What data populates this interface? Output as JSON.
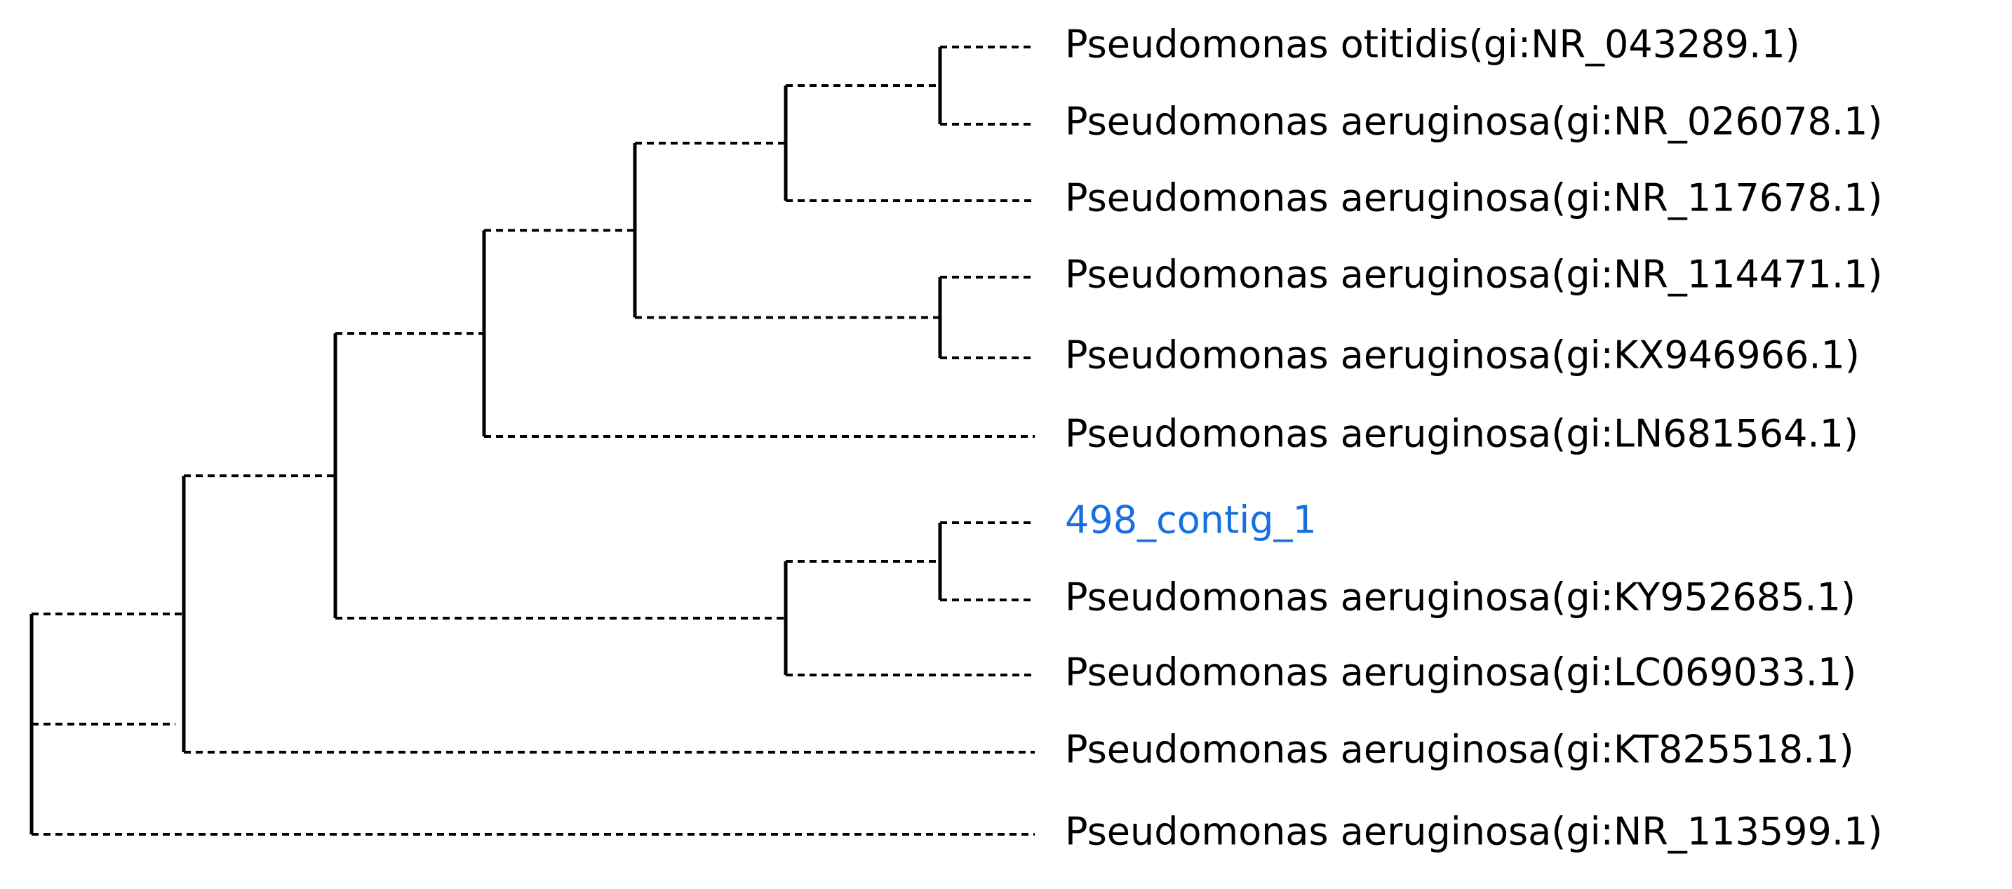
{
  "tree": {
    "leaves": [
      {
        "label": "Pseudomonas otitidis(gi:NR_043289.1)",
        "highlighted": false
      },
      {
        "label": "Pseudomonas aeruginosa(gi:NR_026078.1)",
        "highlighted": false
      },
      {
        "label": "Pseudomonas aeruginosa(gi:NR_117678.1)",
        "highlighted": false
      },
      {
        "label": "Pseudomonas aeruginosa(gi:NR_114471.1)",
        "highlighted": false
      },
      {
        "label": "Pseudomonas aeruginosa(gi:KX946966.1)",
        "highlighted": false
      },
      {
        "label": "Pseudomonas aeruginosa(gi:LN681564.1)",
        "highlighted": false
      },
      {
        "label": "498_contig_1",
        "highlighted": true
      },
      {
        "label": "Pseudomonas aeruginosa(gi:KY952685.1)",
        "highlighted": false
      },
      {
        "label": "Pseudomonas aeruginosa(gi:LC069033.1)",
        "highlighted": false
      },
      {
        "label": "Pseudomonas aeruginosa(gi:KT825518.1)",
        "highlighted": false
      },
      {
        "label": "Pseudomonas aeruginosa(gi:NR_113599.1)",
        "highlighted": false
      }
    ],
    "label_color": "#000000",
    "highlight_color": "#1a6fe0"
  }
}
